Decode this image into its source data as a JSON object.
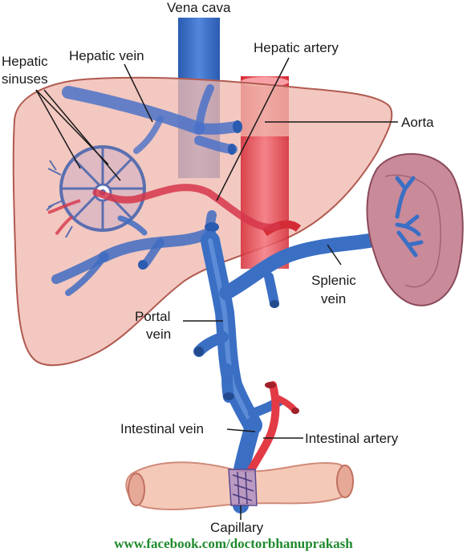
{
  "labels": {
    "vena_cava": "Vena cava",
    "hepatic_vein": "Hepatic vein",
    "hepatic_sinuses_1": "Hepatic",
    "hepatic_sinuses_2": "sinuses",
    "hepatic_artery": "Hepatic artery",
    "aorta": "Aorta",
    "splenic_vein_1": "Splenic",
    "splenic_vein_2": "vein",
    "portal_vein_1": "Portal",
    "portal_vein_2": "vein",
    "intestinal_vein": "Intestinal vein",
    "intestinal_artery": "Intestinal artery",
    "capillary": "Capillary"
  },
  "footer": "www.facebook.com/doctorbhanuprakash",
  "colors": {
    "liver": "#f2c4bb",
    "liver_outline": "#b05a50",
    "vein": "#3a6fc4",
    "vein_dark": "#234a8e",
    "artery": "#e23b45",
    "artery_dark": "#a0202a",
    "spleen": "#c98a9a",
    "intestine": "#f5c9b8",
    "footer_text": "#1e8a2c"
  }
}
